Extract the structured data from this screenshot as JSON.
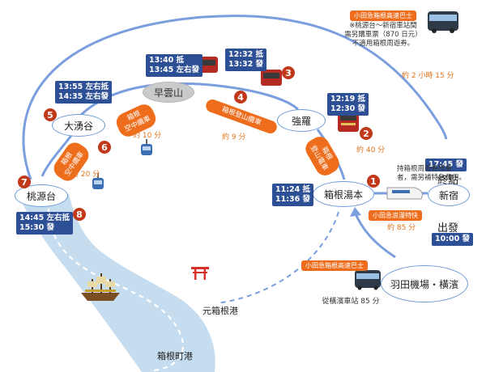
{
  "stations": {
    "sounzan": "早雲山",
    "owakudani": "大湧谷",
    "togendai": "桃源台",
    "gora": "強羅",
    "hakone_yumoto": "箱根湯本",
    "shinjuku": "新宿",
    "haneda": "羽田機場・橫濱"
  },
  "timetables": {
    "sounzan_left": [
      "13:40 抵",
      "13:45 左右發"
    ],
    "sounzan_right": [
      "12:32 抵",
      "13:32 發"
    ],
    "owakudani": [
      "13:55 左右抵",
      "14:35 左右發"
    ],
    "gora": [
      "12:19 抵",
      "12:30 發"
    ],
    "yumoto": [
      "11:24 抵",
      "11:36 發"
    ],
    "togendai": [
      "14:45 左右抵",
      "15:30 發"
    ],
    "shinjuku_end": "17:45 發",
    "shinjuku_start": "10:00 發"
  },
  "steps": [
    "1",
    "2",
    "3",
    "4",
    "5",
    "6",
    "7",
    "8"
  ],
  "routes": {
    "cable_car": "箱根登山纜車",
    "ropeway_upper": "箱根\n空中纜車",
    "ropeway_lower": "箱根\n空中纜車",
    "train": "箱根\n登山電車"
  },
  "durations": {
    "ropeway_upper": "約 10 分",
    "cable_car": "約 9 分",
    "train": "約 40 分",
    "ropeway_lower": "約 20 分",
    "highway_bus": "約 2 小時 15 分",
    "romancecar": "約 85 分"
  },
  "labels": {
    "highway_bus_tag_top": "小田急箱根高速巴士",
    "highway_bus_note": "※桃源台～新宿車站間\n需另購車票（870 日元）\n不適用箱根周遊券。",
    "terminal": "終點",
    "departure": "出發",
    "pass_note": "持箱根周遊券搭乘\n者，需另補特急費用。",
    "romancecar_tag": "小田急浪漫特快",
    "highway_bus_tag_bottom": "小田急箱根高速巴士",
    "yokohama_note": "從橫濱車站 85 分",
    "motohakone": "元箱根港",
    "hakonemachi": "箱根町港"
  },
  "colors": {
    "route_blue": "#7b9ede",
    "lake": "#c6dcef",
    "accent_orange": "#ee6d1c",
    "timetable_navy": "#2d4f95",
    "badge_red": "#c2381a",
    "torii_red": "#d8312b"
  },
  "icons": [
    "bus-icon",
    "train-icon",
    "ropeway-icon",
    "romancecar-icon",
    "pirate-ship-icon",
    "torii-icon"
  ]
}
